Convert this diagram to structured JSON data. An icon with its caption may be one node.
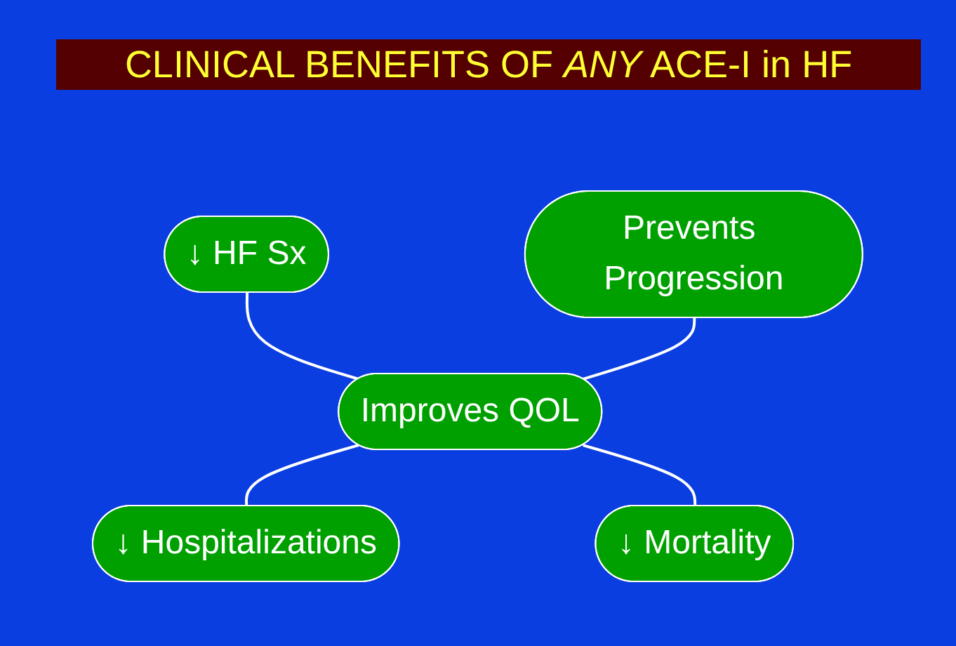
{
  "diagram": {
    "title": "CLINICAL BENEFITS OF *ANY* ACE-I in HF",
    "nodes": [
      {
        "text": [
          "↓ HF Sx"
        ]
      },
      {
        "text": [
          "Prevents Progression"
        ]
      },
      {
        "text": [
          "Improves QOL"
        ]
      },
      {
        "text": [
          "↓ Hospitalizations"
        ]
      },
      {
        "text": [
          "↓ Mortality"
        ]
      }
    ],
    "edges": [
      {
        "from": 0,
        "to": 2,
        "arrow": "none"
      },
      {
        "from": 1,
        "to": 2,
        "arrow": "none"
      },
      {
        "from": 2,
        "to": 3,
        "arrow": "none"
      },
      {
        "from": 2,
        "to": 4,
        "arrow": "none"
      }
    ]
  }
}
